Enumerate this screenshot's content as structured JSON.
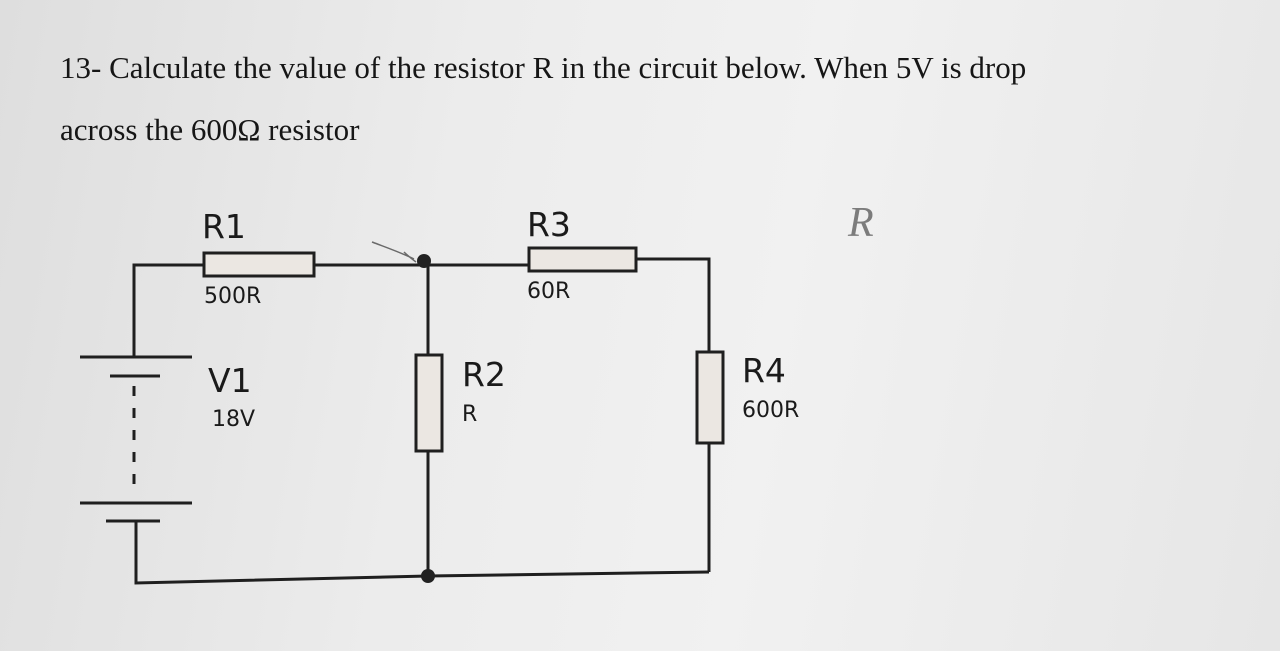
{
  "question": {
    "line1": "13- Calculate the value of the resistor R in the circuit below. When 5V is drop",
    "line2": "across the 600Ω resistor"
  },
  "circuit": {
    "r1": {
      "name": "R1",
      "value": "500R"
    },
    "r3": {
      "name": "R3",
      "value": "60R"
    },
    "r2": {
      "name": "R2",
      "value": "R"
    },
    "r4": {
      "name": "R4",
      "value": "600R"
    },
    "v1": {
      "name": "V1",
      "value": "18V"
    }
  },
  "handwriting": {
    "mark": "R"
  }
}
